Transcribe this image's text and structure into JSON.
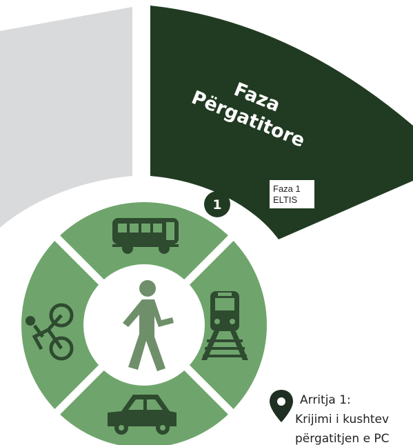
{
  "phase": {
    "title_line1": "Faza",
    "title_line2": "Përgatitore",
    "tag_line1": "Faza 1",
    "tag_line2": "ELTIS"
  },
  "step_badge": {
    "number": "1"
  },
  "milestone": {
    "label": "Arritja 1:",
    "line1": "Krijimi i kushtev",
    "line2": "përgatitjen e PC"
  },
  "icons": [
    "bus-icon",
    "train-icon",
    "car-icon",
    "bicycle-icon",
    "pedestrian-icon",
    "location-pin-icon"
  ],
  "colors": {
    "phase_dark": "#213b22",
    "phase_grey": "#d9dadb",
    "wheel_green": "#6fa56c",
    "icon_dark": "#2e4a2f",
    "pin": "#1f2f22"
  }
}
